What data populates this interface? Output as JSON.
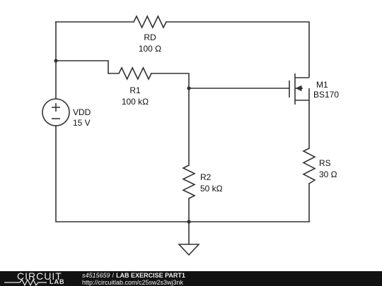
{
  "components": {
    "rd": {
      "ref": "RD",
      "value": "100 Ω"
    },
    "r1": {
      "ref": "R1",
      "value": "100 kΩ"
    },
    "r2": {
      "ref": "R2",
      "value": "50 kΩ"
    },
    "rs": {
      "ref": "RS",
      "value": "30 Ω"
    },
    "vdd": {
      "ref": "VDD",
      "value": "15 V"
    },
    "m1": {
      "ref": "M1",
      "value": "BS170"
    }
  },
  "footer": {
    "logo_top": "CIRCUIT",
    "logo_bottom": "LAB",
    "author": "s4515659",
    "separator": "/",
    "title": "LAB EXERCISE PART1",
    "url": "http://circuitlab.com/c25sw2s3wj3nk"
  },
  "colors": {
    "wire": "#333333",
    "footer_bg": "#121212",
    "footer_text": "#f0f0f0"
  }
}
